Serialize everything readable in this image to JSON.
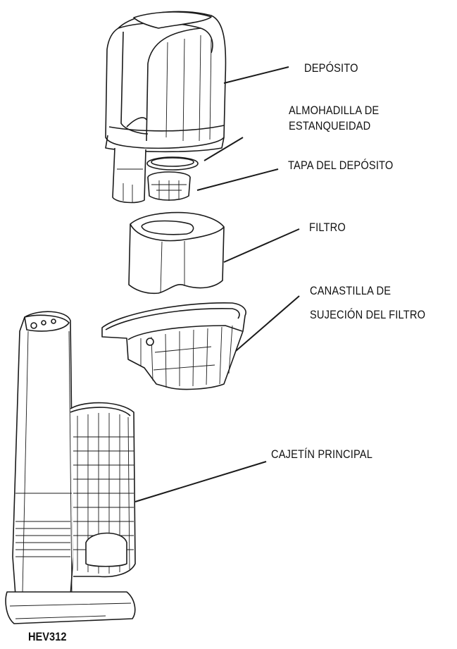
{
  "labels": {
    "deposito": "DEPÓSITO",
    "almohadilla_l1": "ALMOHADILLA DE",
    "almohadilla_l2": "ESTANQUEIDAD",
    "tapa": "TAPA DEL DEPÓSITO",
    "filtro": "FILTRO",
    "canastilla_l1": "CANASTILLA DE",
    "canastilla_l2": "SUJECIÓN DEL FILTRO",
    "cajetin": "CAJETÍN PRINCIPAL"
  },
  "model": "HEV312"
}
